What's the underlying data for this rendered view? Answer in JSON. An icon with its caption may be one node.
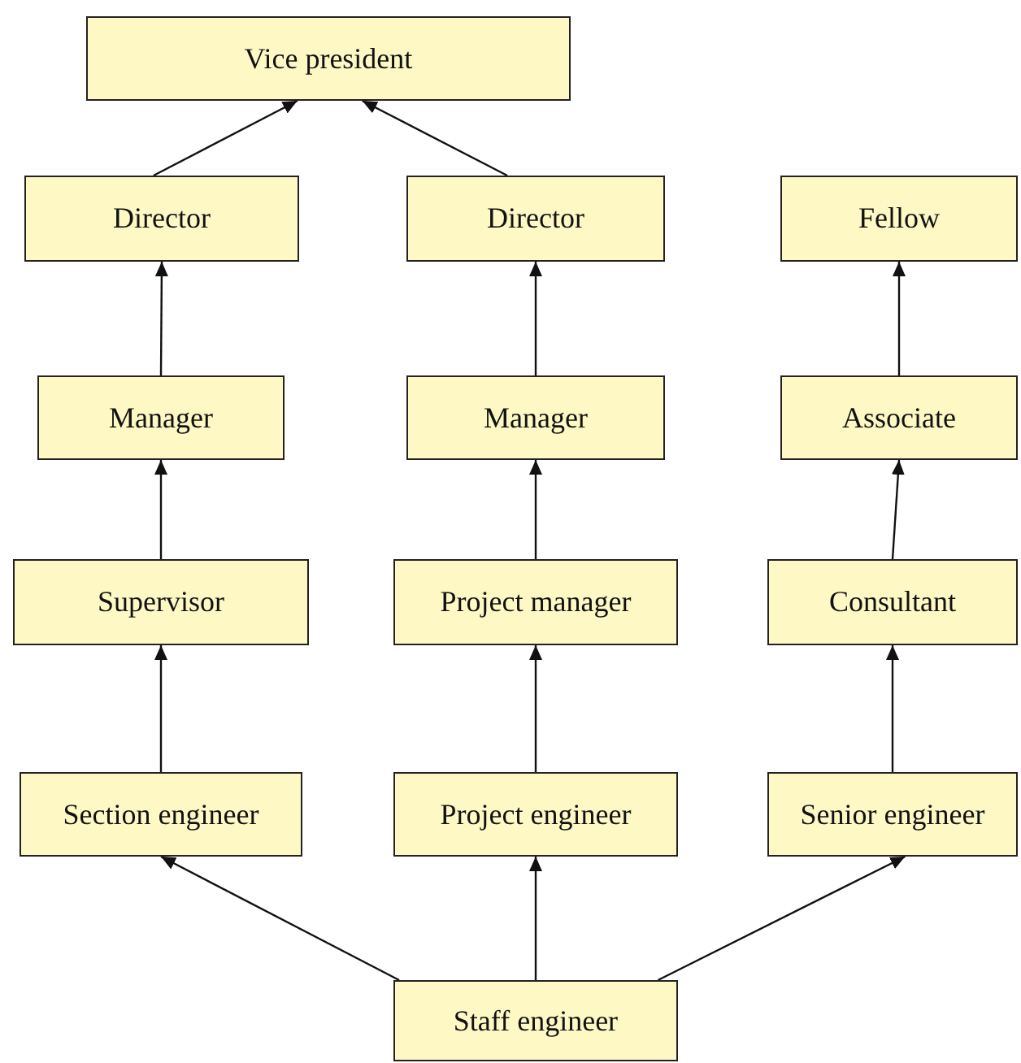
{
  "diagram": {
    "nodes": [
      {
        "text": [
          "Vice president"
        ]
      },
      {
        "text": [
          "Director"
        ]
      },
      {
        "text": [
          "Director"
        ]
      },
      {
        "text": [
          "Fellow"
        ]
      },
      {
        "text": [
          "Manager"
        ]
      },
      {
        "text": [
          "Manager"
        ]
      },
      {
        "text": [
          "Associate"
        ]
      },
      {
        "text": [
          "Supervisor"
        ]
      },
      {
        "text": [
          "Project manager"
        ]
      },
      {
        "text": [
          "Consultant"
        ]
      },
      {
        "text": [
          "Section engineer"
        ]
      },
      {
        "text": [
          "Project engineer"
        ]
      },
      {
        "text": [
          "Senior engineer"
        ]
      },
      {
        "text": [
          "Staff engineer"
        ]
      }
    ],
    "edges": [
      {
        "from": 1,
        "to": 0,
        "arrow": "to"
      },
      {
        "from": 2,
        "to": 0,
        "arrow": "to"
      },
      {
        "from": 4,
        "to": 1,
        "arrow": "to"
      },
      {
        "from": 5,
        "to": 2,
        "arrow": "to"
      },
      {
        "from": 6,
        "to": 3,
        "arrow": "to"
      },
      {
        "from": 7,
        "to": 4,
        "arrow": "to"
      },
      {
        "from": 8,
        "to": 5,
        "arrow": "to"
      },
      {
        "from": 9,
        "to": 6,
        "arrow": "to"
      },
      {
        "from": 10,
        "to": 7,
        "arrow": "to"
      },
      {
        "from": 11,
        "to": 8,
        "arrow": "to"
      },
      {
        "from": 12,
        "to": 9,
        "arrow": "to"
      },
      {
        "from": 13,
        "to": 10,
        "arrow": "to"
      },
      {
        "from": 13,
        "to": 11,
        "arrow": "to"
      },
      {
        "from": 13,
        "to": 12,
        "arrow": "to"
      }
    ]
  }
}
